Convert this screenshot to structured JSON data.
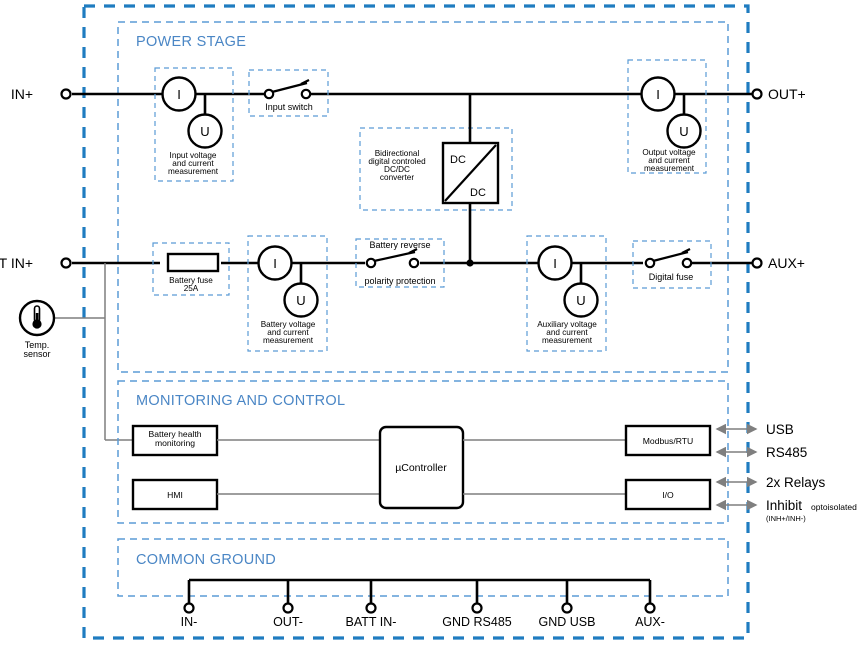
{
  "sections": {
    "power_stage": "POWER STAGE",
    "monitoring": "MONITORING AND CONTROL",
    "common_ground": "COMMON GROUND"
  },
  "terminals": {
    "in_plus": "IN+",
    "out_plus": "OUT+",
    "batt_in_plus": "BATT IN+",
    "aux_plus": "AUX+"
  },
  "ground_terminals": [
    "IN-",
    "OUT-",
    "BATT IN-",
    "GND RS485",
    "GND USB",
    "AUX-"
  ],
  "blocks": {
    "input_meas": {
      "line1": "Input voltage",
      "line2": "and current",
      "line3": "measurement"
    },
    "output_meas": {
      "line1": "Output voltage",
      "line2": "and current",
      "line3": "measurement"
    },
    "battery_meas": {
      "line1": "Battery voltage",
      "line2": "and current",
      "line3": "measurement"
    },
    "aux_meas": {
      "line1": "Auxiliary voltage",
      "line2": "and current",
      "line3": "measurement"
    },
    "input_switch": "Input switch",
    "battery_fuse": {
      "line1": "Battery fuse",
      "line2": "25A"
    },
    "reverse_protection": {
      "line1": "Battery reverse",
      "line2": "polarity protection"
    },
    "digital_fuse": "Digital fuse",
    "dcdc": {
      "line1": "Bidirectional",
      "line2": "digital controled",
      "line3": "DC/DC",
      "line4": "converter",
      "top": "DC",
      "bottom": "DC"
    },
    "temp_sensor": {
      "line1": "Temp.",
      "line2": "sensor"
    },
    "battery_health": {
      "line1": "Battery health",
      "line2": "monitoring"
    },
    "hmi": "HMI",
    "ucontroller": "µController",
    "modbus": "Modbus/RTU",
    "io": "I/O"
  },
  "meters": {
    "current": "I",
    "voltage": "U"
  },
  "interfaces": [
    {
      "label": "USB",
      "note": "",
      "note2": ""
    },
    {
      "label": "RS485",
      "note": "",
      "note2": ""
    },
    {
      "label": "2x Relays",
      "note": "",
      "note2": ""
    },
    {
      "label": "Inhibit",
      "note": "optoisolated",
      "note2": "(INH+/INH-)"
    }
  ],
  "colors": {
    "outer_border": "#1f7cc0",
    "inner_border": "#5b9bd5",
    "section_title": "#4a86c5",
    "wire": "#000000",
    "signal_wire": "#7f7f7f"
  }
}
